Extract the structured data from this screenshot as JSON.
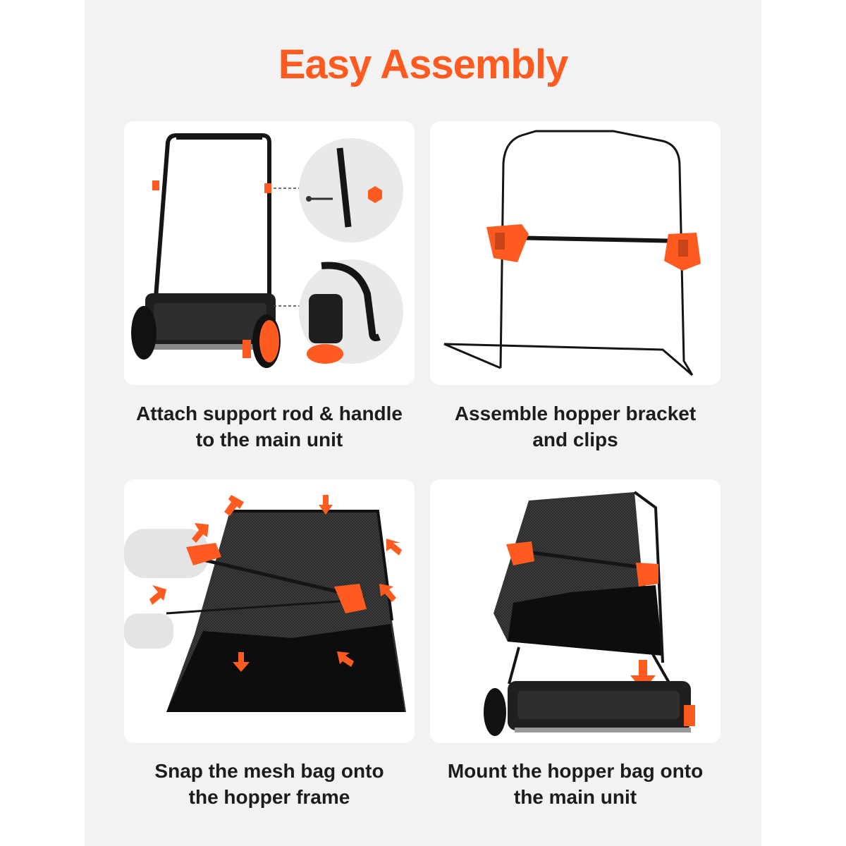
{
  "title": "Easy Assembly",
  "colors": {
    "accent": "#ff5a1f",
    "frame": "#151515",
    "panel": "#f2f2f2",
    "card": "#ffffff"
  },
  "steps": [
    {
      "line1": "Attach support rod & handle",
      "line2": "to the main unit",
      "image": "sweeper-handle-and-detail-closeups"
    },
    {
      "line1": "Assemble hopper bracket",
      "line2": "and clips",
      "image": "hopper-bracket-frame"
    },
    {
      "line1": "Snap the mesh bag onto",
      "line2": "the hopper frame",
      "image": "mesh-bag-with-arrows"
    },
    {
      "line1": "Mount the hopper bag onto",
      "line2": "the main unit",
      "image": "hopper-on-sweeper"
    }
  ]
}
